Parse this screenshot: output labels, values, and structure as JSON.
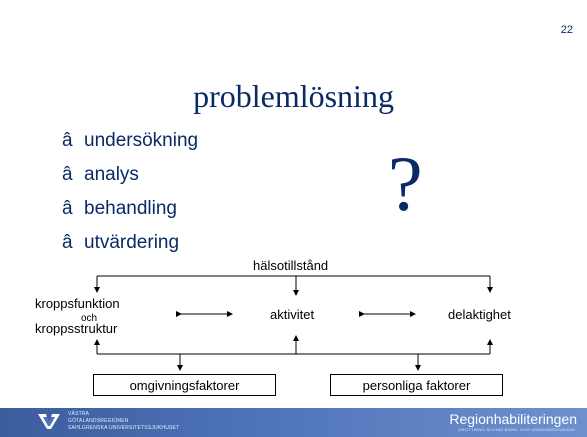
{
  "slide": {
    "page_number": "22",
    "title": "problemlösning",
    "bullet_glyph": "â",
    "bullets": [
      "undersökning",
      "analys",
      "behandling",
      "utvärdering"
    ],
    "question_mark": "?"
  },
  "diagram": {
    "top_label": "hälsotillstånd",
    "left_label_1": "kroppsfunktion",
    "left_label_and": "och",
    "left_label_2": "kroppsstruktur",
    "center_label": "aktivitet",
    "right_label": "delaktighet",
    "box_left": "omgivningsfaktorer",
    "box_right": "personliga faktorer"
  },
  "footer": {
    "org_line_1": "VÄSTRA",
    "org_line_2": "GÖTALANDSREGIONEN",
    "org_line_3": "SAHLGRENSKA UNIVERSITETSSJUKHUSET",
    "department": "Regionhabiliteringen",
    "department_sub": "DROTTNING SILVIAS BARN- OCH UNGDOMSSJUKHUS"
  },
  "colors": {
    "title_blue": "#0a2a66",
    "footer_blue": "#4f74b8"
  }
}
